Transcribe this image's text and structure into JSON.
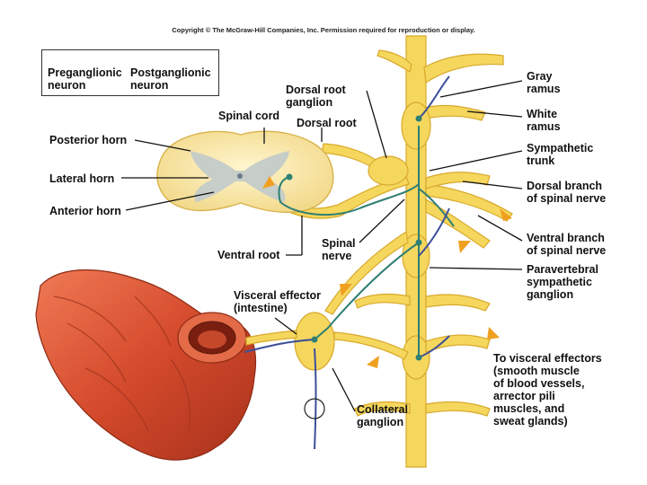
{
  "copyright": "Copyright © The McGraw-Hill Companies, Inc. Permission required for reproduction or display.",
  "legend": {
    "pre": "Preganglionic\nneuron",
    "post": "Postganglionic\nneuron"
  },
  "labels": {
    "dorsal_root_ganglion": "Dorsal root\nganglion",
    "spinal_cord": "Spinal cord",
    "dorsal_root": "Dorsal root",
    "posterior_horn": "Posterior horn",
    "lateral_horn": "Lateral horn",
    "anterior_horn": "Anterior horn",
    "ventral_root": "Ventral root",
    "spinal_nerve": "Spinal\nnerve",
    "visceral_effector": "Visceral effector\n(intestine)",
    "collateral_ganglion": "Collateral\nganglion",
    "gray_ramus": "Gray\nramus",
    "white_ramus": "White\nramus",
    "sympathetic_trunk": "Sympathetic\ntrunk",
    "dorsal_branch": "Dorsal branch\nof spinal nerve",
    "ventral_branch": "Ventral branch\nof spinal nerve",
    "paravertebral": "Paravertebral\nsympathetic\nganglion",
    "to_visceral": "To visceral effectors\n(smooth muscle\nof blood vessels,\narrector pili\nmuscles, and\nsweat glands)"
  },
  "colors": {
    "nerve_yellow": "#f5d75e",
    "nerve_outline": "#d8a92a",
    "preganglionic": "#2f7f73",
    "postganglionic": "#3c4f9a",
    "gray_matter": "#c7cdc8",
    "intestine": "#d9583a",
    "arrow_orange": "#f0a020"
  }
}
